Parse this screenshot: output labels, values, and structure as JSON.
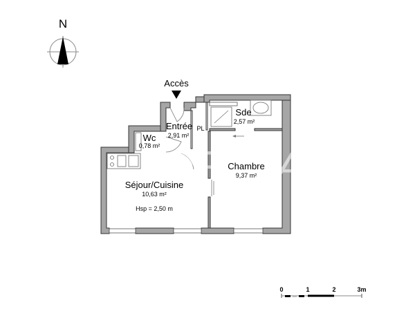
{
  "compass": {
    "label": "N"
  },
  "access": {
    "label": "Accès"
  },
  "rooms": [
    {
      "id": "entree",
      "name": "Entrée",
      "area": "2,91 m²"
    },
    {
      "id": "pl",
      "name": "PL",
      "area": ""
    },
    {
      "id": "sde",
      "name": "Sde",
      "area": "2,57 m²"
    },
    {
      "id": "wc",
      "name": "Wc",
      "area": "0,78 m²"
    },
    {
      "id": "sejour",
      "name": "Séjour/Cuisine",
      "area": "10,63 m²"
    },
    {
      "id": "chambre",
      "name": "Chambre",
      "area": "9,37 m²"
    }
  ],
  "ceiling_height": "Hsp = 2,50 m",
  "scale_bar": {
    "ticks": [
      "0",
      "1",
      "2",
      "3m"
    ]
  },
  "colors": {
    "wall": "#a6a6a6",
    "outline": "#333333",
    "background": "#ffffff"
  }
}
